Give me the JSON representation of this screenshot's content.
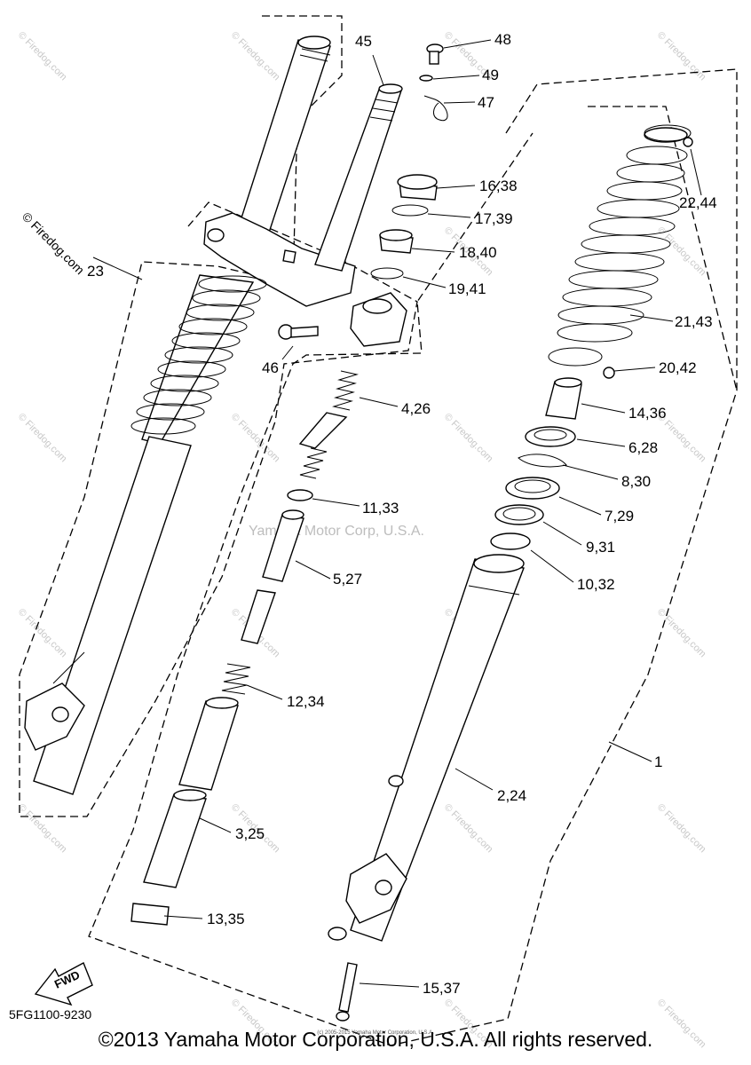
{
  "diagram": {
    "callouts": {
      "c48": "48",
      "c49": "49",
      "c47": "47",
      "c45": "45",
      "c16": "16,38",
      "c17": "17,39",
      "c18": "18,40",
      "c19": "19,41",
      "c23": "23",
      "c22": "22,44",
      "c21": "21,43",
      "c20": "20,42",
      "c46": "46",
      "c4": "4,26",
      "c14": "14,36",
      "c6": "6,28",
      "c8": "8,30",
      "c11": "11,33",
      "c7": "7,29",
      "c9": "9,31",
      "c5": "5,27",
      "c10": "10,32",
      "c12": "12,34",
      "c1": "1",
      "c2": "2,24",
      "c3": "3,25",
      "c13": "13,35",
      "c15": "15,37"
    },
    "fwd_label": "FWD",
    "diagram_code": "5FG1100-9230",
    "watermark_center": "Yamaha Motor Corp, U.S.A.",
    "watermark_firedog": "© Firedog.com",
    "copyright_small": "(c) 2005-2015 Yamaha Motor Corporation, U.S.A.",
    "copyright": "©2013 Yamaha Motor Corporation, U.S.A. All rights reserved."
  }
}
